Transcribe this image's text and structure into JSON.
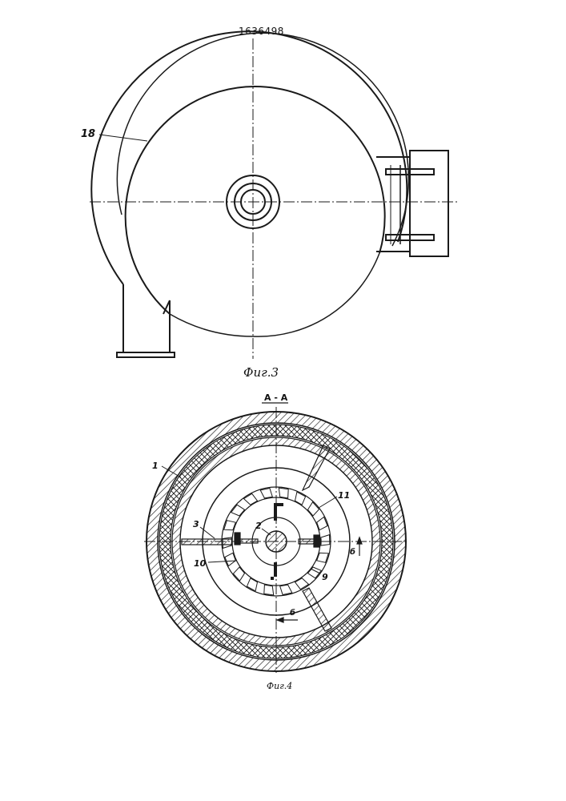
{
  "document_number": "1636498",
  "figure3": {
    "caption": "Фиг.3",
    "callouts": [
      {
        "id": "18",
        "text": "18"
      }
    ]
  },
  "figure4": {
    "caption": "Фиг.4",
    "section_label": "А - А",
    "section_mark_right": "б",
    "section_mark_bottom": "б",
    "callouts": [
      {
        "id": "1",
        "text": "1"
      },
      {
        "id": "2",
        "text": "2"
      },
      {
        "id": "3",
        "text": "3"
      },
      {
        "id": "9",
        "text": "9"
      },
      {
        "id": "10",
        "text": "10"
      },
      {
        "id": "11",
        "text": "11"
      }
    ]
  },
  "colors": {
    "ink": "#1a1a1a",
    "paper": "#ffffff"
  }
}
